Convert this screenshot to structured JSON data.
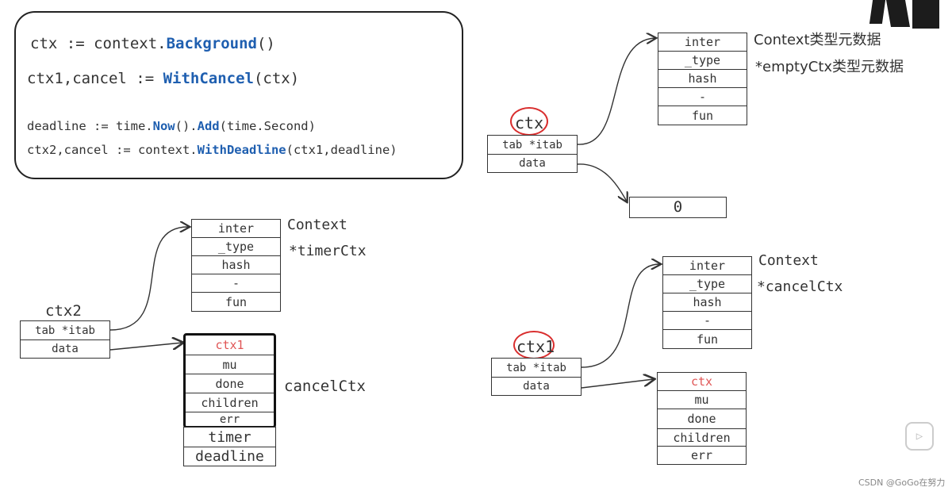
{
  "code": {
    "line1": {
      "a": "ctx := context.",
      "kw": "Background",
      "b": "()"
    },
    "line2": {
      "a": "ctx1,cancel := ",
      "kw": "WithCancel",
      "b": "(ctx)"
    },
    "line3": {
      "a": "deadline := time.",
      "kw1": "Now",
      "m": "().",
      "kw2": "Add",
      "b": "(time.Second)"
    },
    "line4": {
      "a": "ctx2,cancel := context.",
      "kw": "WithDeadline",
      "b": "(ctx1,deadline)"
    }
  },
  "iface_rows": [
    "inter",
    "_type",
    "hash",
    "-",
    "fun"
  ],
  "var_rows": [
    "tab *itab",
    "data"
  ],
  "ctx_group": {
    "var_label": "ctx",
    "meta_label1": "Context类型元数据",
    "meta_label2": "*emptyCtx类型元数据",
    "value_box": "0"
  },
  "ctx1_group": {
    "var_label": "ctx1",
    "meta_label1": "Context",
    "meta_label2": "*cancelCtx",
    "struct_rows": [
      "ctx",
      "mu",
      "done",
      "children",
      "err"
    ]
  },
  "ctx2_group": {
    "var_label": "ctx2",
    "meta_label1": "Context",
    "meta_label2": "*timerCtx",
    "struct_rows": [
      "ctx1",
      "mu",
      "done",
      "children",
      "err"
    ],
    "struct_label": "cancelCtx",
    "extra_rows": [
      "timer",
      "deadline"
    ]
  },
  "watermark": "CSDN @GoGo在努力",
  "icons": {
    "play": "play-button-icon"
  }
}
